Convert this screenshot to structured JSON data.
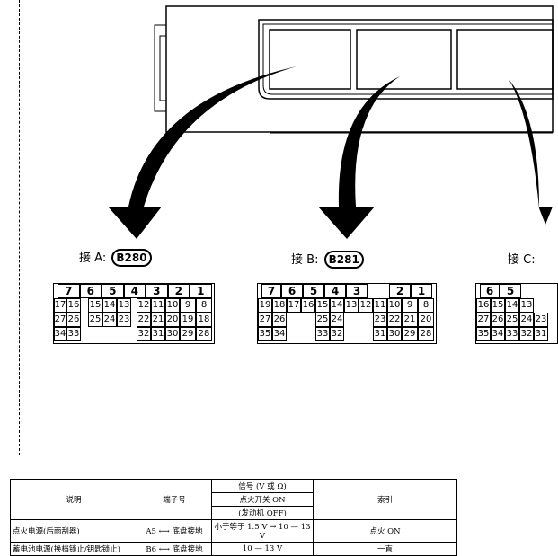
{
  "connectors": [
    {
      "prefix": "接",
      "letter": "A:",
      "code": "B280",
      "rows": [
        [
          "7",
          "6",
          "5",
          "4",
          "3",
          "2",
          "1"
        ],
        [
          "17",
          "16",
          "15",
          "14",
          "13",
          "12",
          "11",
          "10",
          "9",
          "8"
        ],
        [
          "27",
          "26",
          "25",
          "24",
          "23",
          "22",
          "21",
          "20",
          "19",
          "18"
        ],
        [
          "34",
          "33",
          "32",
          "31",
          "30",
          "29",
          "28"
        ]
      ]
    },
    {
      "prefix": "接",
      "letter": "B:",
      "code": "B281",
      "rows": [
        [
          "7",
          "6",
          "5",
          "4",
          "3",
          "2",
          "1"
        ],
        [
          "19",
          "18",
          "17",
          "16",
          "15",
          "14",
          "13",
          "12",
          "11",
          "10",
          "9",
          "8"
        ],
        [
          "27",
          "26",
          "25",
          "24",
          "23",
          "22",
          "21",
          "20"
        ],
        [
          "35",
          "34",
          "33",
          "32",
          "31",
          "30",
          "29",
          "28"
        ]
      ]
    },
    {
      "prefix": "接",
      "letter": "C:",
      "code": "",
      "rows": [
        [
          "6",
          "5"
        ],
        [
          "16",
          "15",
          "14",
          "13"
        ],
        [
          "27",
          "26",
          "25",
          "24",
          "23"
        ],
        [
          "35",
          "34",
          "33",
          "32",
          "31"
        ]
      ]
    }
  ],
  "table": {
    "headers": {
      "description": "说明",
      "terminal": "端子号",
      "signal": "信号 (V 或 Ω)",
      "condition_line1": "点火开关 ON",
      "condition_line2": "(发动机 OFF)",
      "index": "索引"
    },
    "rows": [
      {
        "description": "点火电源(后雨刮器)",
        "terminal": "A5 ⟷ 底盘接地",
        "signal": "小于等于 1.5 V → 10 — 13 V",
        "index": "点火 ON"
      },
      {
        "description": "蓄电池电源(换档锁止/钥匙锁止)",
        "terminal": "B6 ⟷ 底盘接地",
        "signal": "10 — 13 V",
        "index": "一直"
      }
    ]
  }
}
